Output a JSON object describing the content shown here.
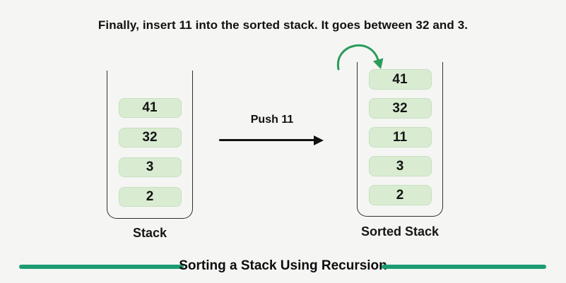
{
  "title": "Finally, insert 11 into the sorted stack. It goes between 32 and 3.",
  "diagram": {
    "left_stack": {
      "label": "Stack",
      "items": [
        "41",
        "32",
        "3",
        "2"
      ]
    },
    "transition": {
      "label": "Push 11"
    },
    "right_stack": {
      "label": "Sorted Stack",
      "items": [
        "41",
        "32",
        "11",
        "3",
        "2"
      ]
    }
  },
  "caption": "Sorting a Stack Using Recursion",
  "icons": {
    "push_arrow": "right-arrow-icon",
    "insert_arrow": "curved-down-arrow-icon"
  },
  "colors": {
    "background": "#f5f5f4",
    "box_fill": "#d9ecd2",
    "box_border": "#c6e0bd",
    "container_border": "#2f2f2f",
    "text": "#111111",
    "arrow_green": "#2a9c5a",
    "divider_green": "#1d9b72"
  }
}
